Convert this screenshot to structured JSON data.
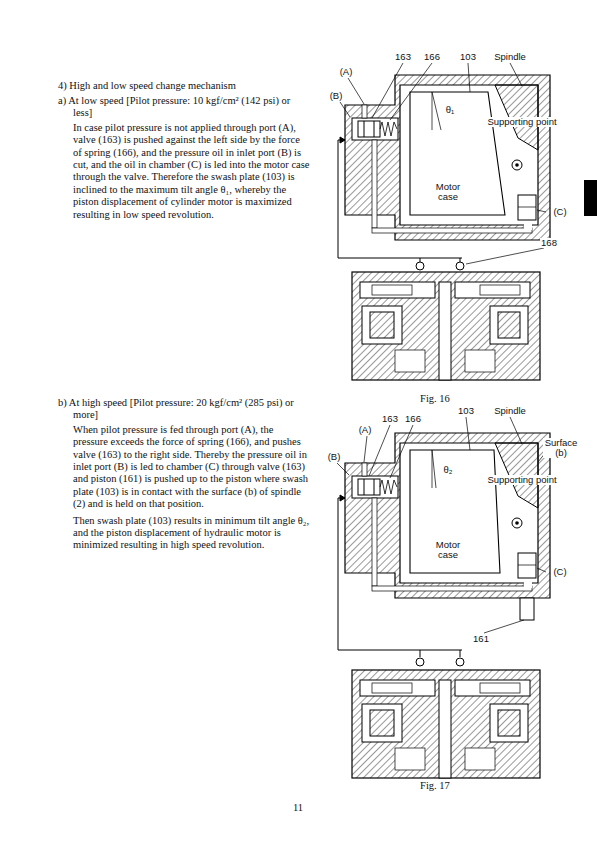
{
  "diagram": {
    "title": "4) High and low speed change mechanism",
    "labels": [
      "a) At low speed [Pilot pressure: 10 kgf/cm² (142 psi) or less]",
      "In case pilot pressure is not applied through port (A), valve (163) is pushed against the left side by the force of spring (166), and the pressure oil in inlet port (B) is cut, and the oil in chamber (C) is led into the motor case through the valve. Therefore the swash plate (103) is inclined to the maximum tilt angle θ₁, whereby the piston displacement of cylinder motor is maximized resulting in low speed revolution.",
      "163",
      "166",
      "103",
      "Spindle",
      "(A)",
      "(B)",
      "θ₁",
      "Supporting point",
      "Motor case",
      "(C)",
      "168",
      "Fig. 16",
      "b) At high speed [Pilot pressure: 20 kgf/cm² (285 psi) or more]",
      "When pilot pressure is fed through port (A), the pressure exceeds the force of spring (166), and pushes valve (163) to the right side. Thereby the pressure oil in inlet port (B) is led to chamber (C) through valve (163) and piston (161) is pushed up to the piston where swash plate (103) is in contact with the surface (b) of spindle (2) and is held on that position.",
      "Then swash plate (103) results in minimum tilt angle θ₂, and the piston displacement of hydraulic motor is minimized resulting in high speed revolution.",
      "163",
      "166",
      "103",
      "Spindle",
      "(A)",
      "(B)",
      "Surface (b)",
      "θ₂",
      "Supporting point",
      "Motor case",
      "(C)",
      "161",
      "Fig. 17",
      "11"
    ]
  }
}
